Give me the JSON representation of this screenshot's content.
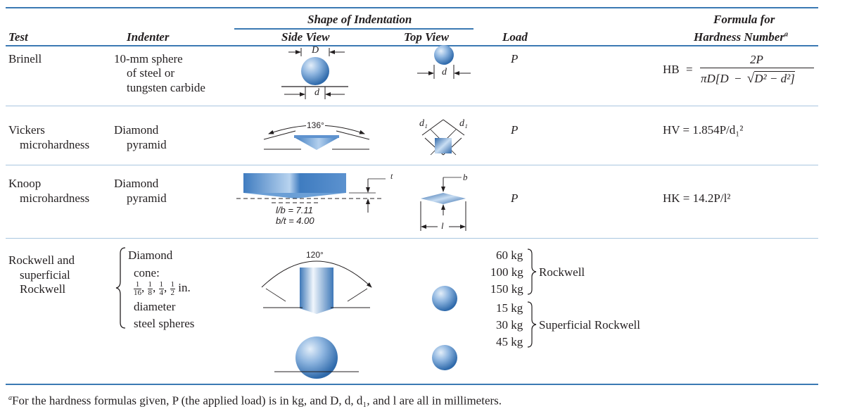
{
  "header": {
    "shape_group": "Shape of Indentation",
    "test": "Test",
    "indenter": "Indenter",
    "side_view": "Side View",
    "top_view": "Top View",
    "load": "Load",
    "formula_line1": "Formula for",
    "formula_line2": "Hardness Number",
    "formula_sup": "a"
  },
  "rows": {
    "brinell": {
      "test": "Brinell",
      "indenter_l1": "10-mm sphere",
      "indenter_l2": "of steel or",
      "indenter_l3": "tungsten carbide",
      "side_label_top": "D",
      "side_label_bottom": "d",
      "top_label": "d",
      "load": "P",
      "formula_lhs": "HB",
      "formula_eq": "=",
      "formula_num": "2P",
      "formula_den_pre": "πD[D",
      "formula_den_minus": "−",
      "formula_den_root": "D² − d²]"
    },
    "vickers": {
      "test_l1": "Vickers",
      "test_l2": "microhardness",
      "indenter_l1": "Diamond",
      "indenter_l2": "pyramid",
      "angle": "136°",
      "top_label_left": "d₁",
      "top_label_right": "d₁",
      "load": "P",
      "formula": "HV = 1.854P/d₁²"
    },
    "knoop": {
      "test_l1": "Knoop",
      "test_l2": "microhardness",
      "indenter_l1": "Diamond",
      "indenter_l2": "pyramid",
      "side_label_t": "t",
      "ratio_1": "l/b = 7.11",
      "ratio_2": "b/t = 4.00",
      "top_label_b": "b",
      "top_label_l": "l",
      "load": "P",
      "formula": "HK = 14.2P/l²"
    },
    "rockwell": {
      "test_l1": "Rockwell and",
      "test_l2": "superficial",
      "test_l3": "Rockwell",
      "indenter_l1": "Diamond",
      "indenter_l2": "cone:",
      "fractions": [
        "1/16",
        "1/8",
        "1/4",
        "1/2"
      ],
      "indenter_unit": "in.",
      "indenter_l4": "diameter",
      "indenter_l5": "steel spheres",
      "angle": "120°",
      "loads_rockwell": [
        "60 kg",
        "100 kg",
        "150 kg"
      ],
      "label_rockwell": "Rockwell",
      "loads_superficial": [
        "15 kg",
        "30 kg",
        "45 kg"
      ],
      "label_superficial": "Superficial Rockwell"
    }
  },
  "footnote": {
    "sup": "a",
    "text": "For the hardness formulas given, P (the applied load) is in kg, and D, d, d₁, and l are all in millimeters."
  }
}
